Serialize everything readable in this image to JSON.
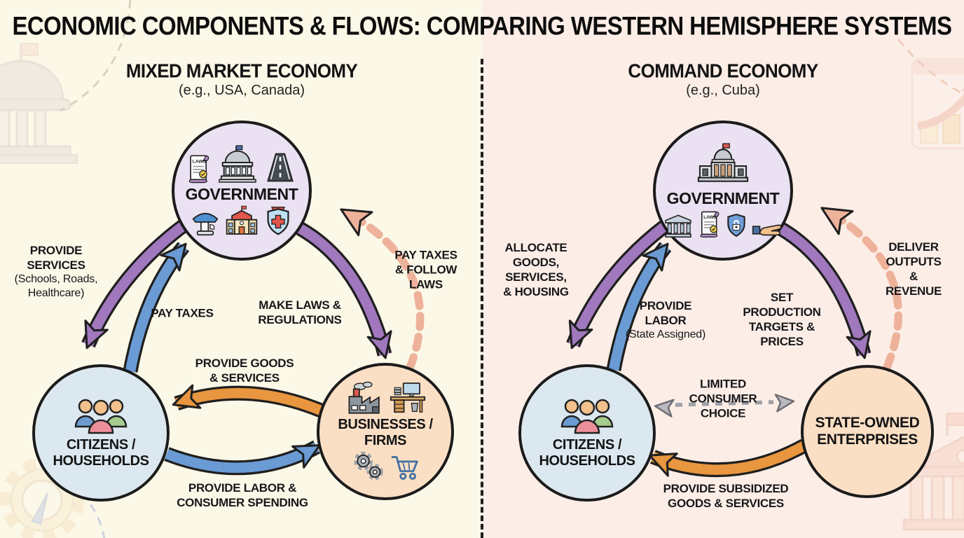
{
  "title": "ECONOMIC COMPONENTS & FLOWS: COMPARING WESTERN HEMISPHERE SYSTEMS",
  "icon_text": {
    "laws": "LAWS"
  },
  "colors": {
    "left_background": "#fcf8e8",
    "right_background": "#fceee7",
    "government_fill": "#eae1f2",
    "citizens_fill": "#dce8ef",
    "business_fill": "#fbdfc5",
    "arrow_purple": "#a178bd",
    "arrow_blue": "#6a9bd4",
    "arrow_orange": "#e8963f",
    "arrow_salmon_dashed": "#eeb29a",
    "arrow_gray": "#9fa0a6",
    "outline": "#1b1b1b"
  },
  "left_panel": {
    "heading": "MIXED MARKET ECONOMY",
    "subheading": "(e.g., USA, Canada)",
    "nodes": {
      "government": {
        "label": "GOVERNMENT",
        "icons": [
          "laws-scroll",
          "capitol-building",
          "road",
          "fountain",
          "school-building",
          "health-shield"
        ]
      },
      "citizens": {
        "label": "CITIZENS /\nHOUSEHOLDS",
        "icons": [
          "people-group"
        ]
      },
      "businesses": {
        "label": "BUSINESSES /\nFIRMS",
        "icons": [
          "factory",
          "office-desk",
          "gears",
          "shopping-cart"
        ]
      }
    },
    "flows": {
      "provide_services": {
        "label": "PROVIDE\nSERVICES",
        "note": "(Schools, Roads,\nHealthcare)",
        "from": "government",
        "to": "citizens",
        "style": "solid-purple"
      },
      "pay_taxes": {
        "label": "PAY TAXES",
        "from": "citizens",
        "to": "government",
        "style": "solid-blue"
      },
      "make_laws": {
        "label": "MAKE LAWS &\nREGULATIONS",
        "from": "government",
        "to": "businesses",
        "style": "solid-purple"
      },
      "pay_taxes_follow_laws": {
        "label": "PAY TAXES\n& FOLLOW\nLAWS",
        "from": "businesses",
        "to": "government",
        "style": "dashed-salmon"
      },
      "provide_goods": {
        "label": "PROVIDE GOODS\n& SERVICES",
        "from": "businesses",
        "to": "citizens",
        "style": "solid-orange"
      },
      "provide_labor": {
        "label": "PROVIDE LABOR &\nCONSUMER SPENDING",
        "from": "citizens",
        "to": "businesses",
        "style": "solid-blue"
      }
    }
  },
  "right_panel": {
    "heading": "COMMAND ECONOMY",
    "subheading": "(e.g., Cuba)",
    "nodes": {
      "government": {
        "label": "GOVERNMENT",
        "icons": [
          "capitol-building",
          "bank-columns",
          "laws-scroll",
          "lock-shield",
          "open-hand"
        ]
      },
      "citizens": {
        "label": "CITIZENS /\nHOUSEHOLDS",
        "icons": [
          "people-group"
        ]
      },
      "enterprises": {
        "label": "STATE-OWNED\nENTERPRISES",
        "icons": []
      }
    },
    "flows": {
      "allocate_goods": {
        "label": "ALLOCATE\nGOODS,\nSERVICES,\n& HOUSING",
        "from": "government",
        "to": "citizens",
        "style": "solid-purple"
      },
      "provide_labor": {
        "label": "PROVIDE\nLABOR",
        "note": "(State Assigned)",
        "from": "citizens",
        "to": "government",
        "style": "solid-blue"
      },
      "set_production": {
        "label": "SET\nPRODUCTION\nTARGETS &\nPRICES",
        "from": "government",
        "to": "enterprises",
        "style": "solid-purple"
      },
      "deliver_outputs": {
        "label": "DELIVER\nOUTPUTS &\nREVENUE",
        "from": "enterprises",
        "to": "government",
        "style": "dashed-salmon"
      },
      "limited_choice": {
        "label": "LIMITED\nCONSUMER\nCHOICE",
        "from": "citizens",
        "to": "enterprises",
        "style": "dashed-gray-double"
      },
      "provide_subsidized": {
        "label": "PROVIDE SUBSIDIZED\nGOODS & SERVICES",
        "from": "enterprises",
        "to": "citizens",
        "style": "solid-orange"
      }
    }
  }
}
